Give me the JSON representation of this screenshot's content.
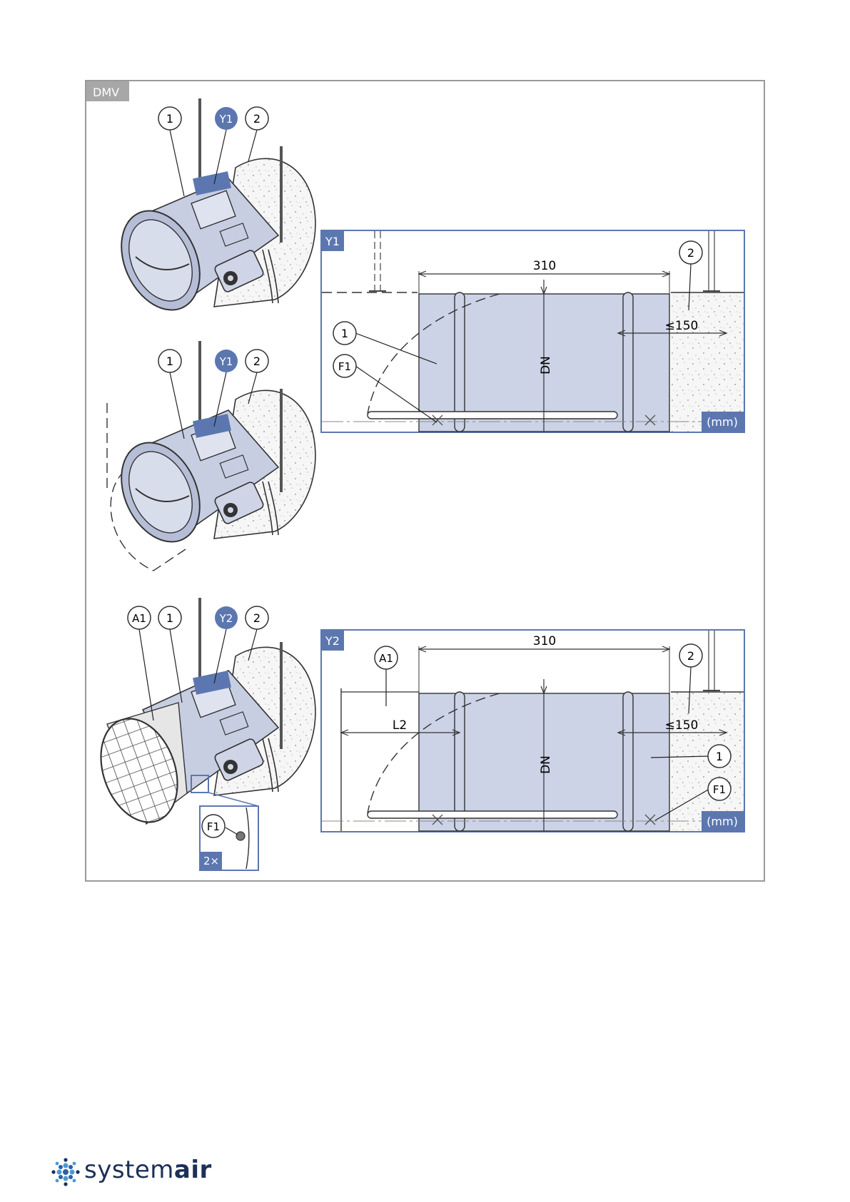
{
  "panel": {
    "tag": "DMV"
  },
  "illustrations": {
    "first": {
      "callouts": [
        "1",
        "Y1",
        "2"
      ]
    },
    "second": {
      "callouts": [
        "1",
        "Y1",
        "2"
      ]
    },
    "third": {
      "callouts": [
        "A1",
        "1",
        "Y2",
        "2"
      ],
      "inset": {
        "callout": "F1",
        "count": "2×"
      }
    }
  },
  "detail_y1": {
    "tag": "Y1",
    "dim_width": "310",
    "dim_gap": "≤150",
    "dim_diameter": "DN",
    "unit": "(mm)",
    "callouts": [
      "1",
      "F1",
      "2"
    ]
  },
  "detail_y2": {
    "tag": "Y2",
    "dim_width": "310",
    "dim_gap": "≤150",
    "dim_diameter": "DN",
    "dim_length": "L2",
    "unit": "(mm)",
    "callouts": [
      "A1",
      "2",
      "1",
      "F1"
    ]
  },
  "brand": {
    "name_light": "system",
    "name_bold": "air"
  },
  "colors": {
    "frame": "#9a9a9a",
    "tag_gray": "#a7a7a7",
    "accent_blue": "#5c77b0",
    "damper_fill": "#ccd3e6",
    "line": "#2b2b2b",
    "brand": "#1d3057"
  }
}
